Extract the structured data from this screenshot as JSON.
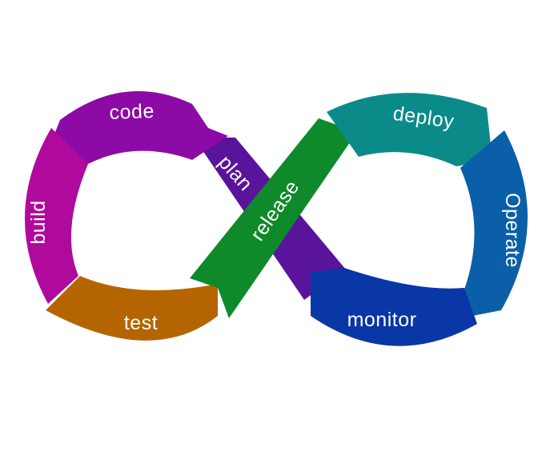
{
  "stages": [
    {
      "id": "plan",
      "label": "plan",
      "color": "#5a139b"
    },
    {
      "id": "code",
      "label": "code",
      "color": "#8c0aa6"
    },
    {
      "id": "build",
      "label": "build",
      "color": "#b00a9d"
    },
    {
      "id": "test",
      "label": "test",
      "color": "#b56500"
    },
    {
      "id": "release",
      "label": "release",
      "color": "#0f8a2b"
    },
    {
      "id": "deploy",
      "label": "deploy",
      "color": "#0a8b8a"
    },
    {
      "id": "operate",
      "label": "Operate",
      "color": "#0a5fa8"
    },
    {
      "id": "monitor",
      "label": "monitor",
      "color": "#0a37a6"
    }
  ]
}
